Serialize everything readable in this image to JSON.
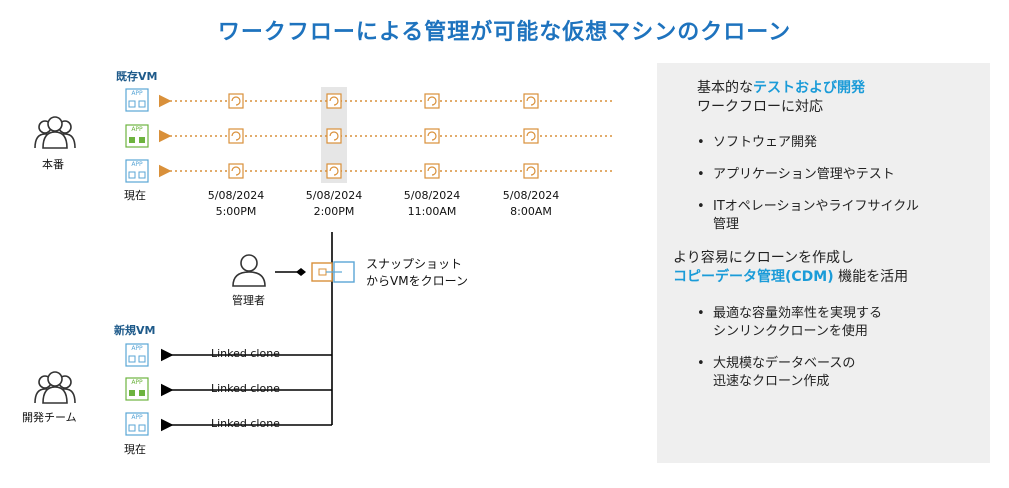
{
  "title": "ワークフローによる管理が可能な仮想マシンのクローン",
  "existing_vm_label": "既存VM",
  "new_vm_label": "新規VM",
  "production_label": "本番",
  "dev_team_label": "開発チーム",
  "admin_label": "管理者",
  "current_label_top": "現在",
  "current_label_bottom": "現在",
  "app_tag": "APP",
  "snapshots": [
    {
      "date": "5/08/2024",
      "time": "5:00PM"
    },
    {
      "date": "5/08/2024",
      "time": "2:00PM"
    },
    {
      "date": "5/08/2024",
      "time": "11:00AM"
    },
    {
      "date": "5/08/2024",
      "time": "8:00AM"
    }
  ],
  "snapshot_clone_text": [
    "スナップショット",
    "からVMをクローン"
  ],
  "linked_clone_labels": [
    "Linked clone",
    "Linked clone",
    "Linked clone"
  ],
  "panel": {
    "heading1_pre": "基本的な",
    "heading1_hl": "テストおよび開発",
    "heading1_line2": "ワークフローに対応",
    "bullets1": [
      "ソフトウェア開発",
      "アプリケーション管理やテスト",
      "ITオペレーションやライフサイクル管理"
    ],
    "bullet1_3_line1": "ITオペレーションやライフサイクル",
    "bullet1_3_line2": "管理",
    "heading2_line1": "より容易にクローンを作成し",
    "heading2_hl": "コピーデータ管理(CDM)",
    "heading2_post": "機能を活用",
    "bullets2_1_line1": "最適な容量効率性を実現する",
    "bullets2_1_line2": "シンリンククローンを使用",
    "bullets2_2_line1": "大規模なデータベースの",
    "bullets2_2_line2": "迅速なクローン作成"
  },
  "colors": {
    "title": "#1e73be",
    "highlight": "#1a9bd8",
    "snapshot_orange": "#d9903a",
    "app_blue": "#5aa6d6",
    "app_green": "#6db33f"
  }
}
